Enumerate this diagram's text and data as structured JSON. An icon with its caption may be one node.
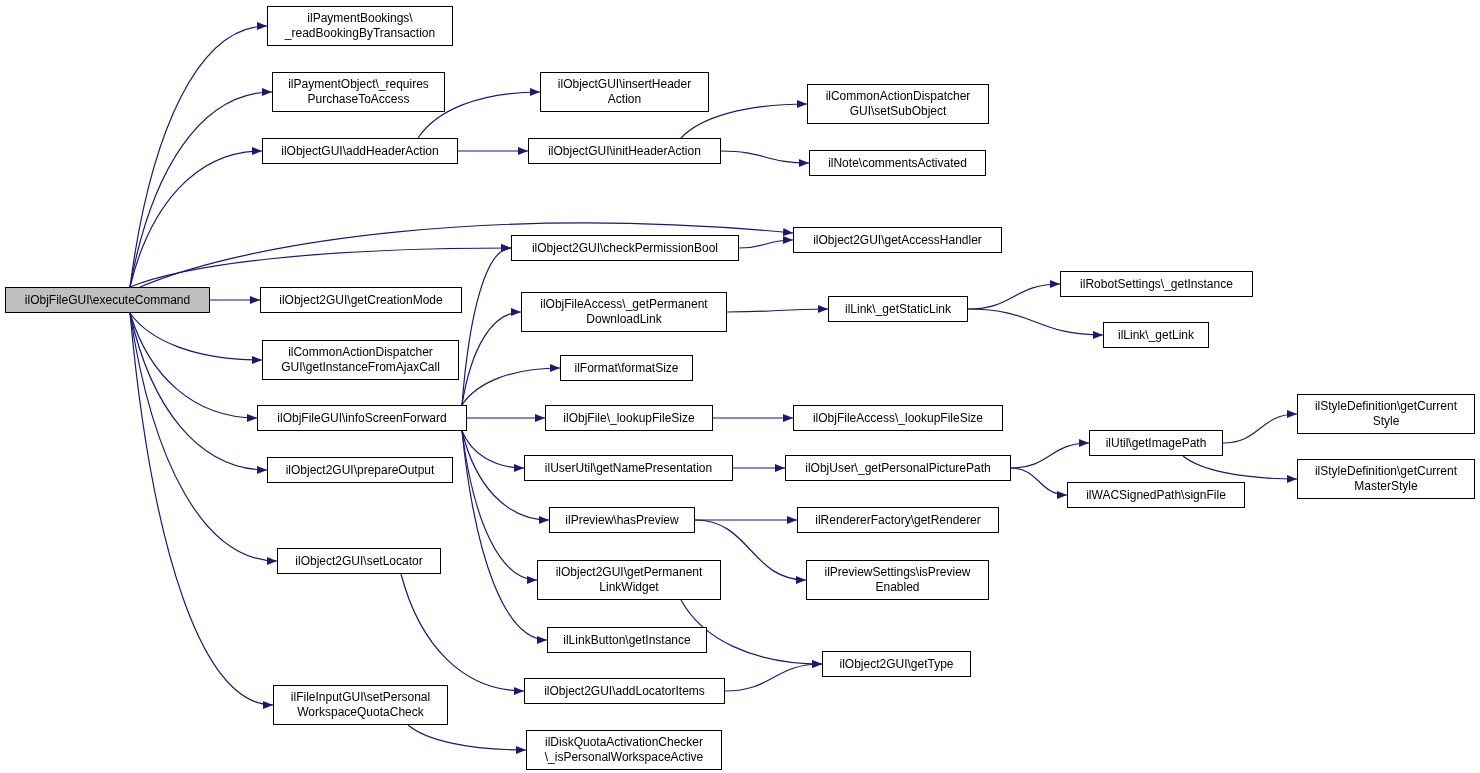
{
  "diagram": {
    "nodes": [
      {
        "text": [
          "ilObjFileGUI\\executeCommand"
        ]
      },
      {
        "text": [
          "ilPaymentBookings\\ _readBookingByTransaction"
        ]
      },
      {
        "text": [
          "ilPaymentObject\\_requires PurchaseToAccess"
        ]
      },
      {
        "text": [
          "ilObjectGUI\\addHeaderAction"
        ]
      },
      {
        "text": [
          "ilObjectGUI\\insertHeader Action"
        ]
      },
      {
        "text": [
          "ilObjectGUI\\initHeaderAction"
        ]
      },
      {
        "text": [
          "ilCommonActionDispatcher GUI\\setSubObject"
        ]
      },
      {
        "text": [
          "ilNote\\commentsActivated"
        ]
      },
      {
        "text": [
          "ilObject2GUI\\getAccessHandler"
        ]
      },
      {
        "text": [
          "ilObject2GUI\\checkPermissionBool"
        ]
      },
      {
        "text": [
          "ilObject2GUI\\getCreationMode"
        ]
      },
      {
        "text": [
          "ilCommonActionDispatcher GUI\\getInstanceFromAjaxCall"
        ]
      },
      {
        "text": [
          "ilObjFileAccess\\_getPermanent DownloadLink"
        ]
      },
      {
        "text": [
          "ilLink\\_getStaticLink"
        ]
      },
      {
        "text": [
          "ilRobotSettings\\_getInstance"
        ]
      },
      {
        "text": [
          "ilLink\\_getLink"
        ]
      },
      {
        "text": [
          "ilFormat\\formatSize"
        ]
      },
      {
        "text": [
          "ilObjFileGUI\\infoScreenForward"
        ]
      },
      {
        "text": [
          "ilObjFile\\_lookupFileSize"
        ]
      },
      {
        "text": [
          "ilObjFileAccess\\_lookupFileSize"
        ]
      },
      {
        "text": [
          "ilUserUtil\\getNamePresentation"
        ]
      },
      {
        "text": [
          "ilObjUser\\_getPersonalPicturePath"
        ]
      },
      {
        "text": [
          "ilUtil\\getImagePath"
        ]
      },
      {
        "text": [
          "ilStyleDefinition\\getCurrent Style"
        ]
      },
      {
        "text": [
          "ilStyleDefinition\\getCurrent MasterStyle"
        ]
      },
      {
        "text": [
          "ilWACSignedPath\\signFile"
        ]
      },
      {
        "text": [
          "ilPreview\\hasPreview"
        ]
      },
      {
        "text": [
          "ilRendererFactory\\getRenderer"
        ]
      },
      {
        "text": [
          "ilPreviewSettings\\isPreview Enabled"
        ]
      },
      {
        "text": [
          "ilObject2GUI\\getPermanent LinkWidget"
        ]
      },
      {
        "text": [
          "ilLinkButton\\getInstance"
        ]
      },
      {
        "text": [
          "ilObject2GUI\\prepareOutput"
        ]
      },
      {
        "text": [
          "ilObject2GUI\\setLocator"
        ]
      },
      {
        "text": [
          "ilObject2GUI\\getType"
        ]
      },
      {
        "text": [
          "ilObject2GUI\\addLocatorItems"
        ]
      },
      {
        "text": [
          "ilFileInputGUI\\setPersonal WorkspaceQuotaCheck"
        ]
      },
      {
        "text": [
          "ilDiskQuotaActivationChecker \\_isPersonalWorkspaceActive"
        ]
      }
    ],
    "edges": [
      {
        "from": 0,
        "to": 1,
        "arrow": "to"
      },
      {
        "from": 0,
        "to": 2,
        "arrow": "to"
      },
      {
        "from": 0,
        "to": 3,
        "arrow": "to"
      },
      {
        "from": 0,
        "to": 8,
        "arrow": "to"
      },
      {
        "from": 0,
        "to": 9,
        "arrow": "to"
      },
      {
        "from": 0,
        "to": 10,
        "arrow": "to"
      },
      {
        "from": 0,
        "to": 11,
        "arrow": "to"
      },
      {
        "from": 0,
        "to": 17,
        "arrow": "to"
      },
      {
        "from": 0,
        "to": 31,
        "arrow": "to"
      },
      {
        "from": 0,
        "to": 32,
        "arrow": "to"
      },
      {
        "from": 0,
        "to": 35,
        "arrow": "to"
      },
      {
        "from": 3,
        "to": 4,
        "arrow": "to"
      },
      {
        "from": 3,
        "to": 5,
        "arrow": "to"
      },
      {
        "from": 5,
        "to": 6,
        "arrow": "to"
      },
      {
        "from": 5,
        "to": 7,
        "arrow": "to"
      },
      {
        "from": 9,
        "to": 8,
        "arrow": "to"
      },
      {
        "from": 17,
        "to": 9,
        "arrow": "to"
      },
      {
        "from": 17,
        "to": 12,
        "arrow": "to"
      },
      {
        "from": 17,
        "to": 16,
        "arrow": "to"
      },
      {
        "from": 17,
        "to": 18,
        "arrow": "to"
      },
      {
        "from": 17,
        "to": 20,
        "arrow": "to"
      },
      {
        "from": 17,
        "to": 26,
        "arrow": "to"
      },
      {
        "from": 17,
        "to": 29,
        "arrow": "to"
      },
      {
        "from": 17,
        "to": 30,
        "arrow": "to"
      },
      {
        "from": 12,
        "to": 13,
        "arrow": "to"
      },
      {
        "from": 13,
        "to": 14,
        "arrow": "to"
      },
      {
        "from": 13,
        "to": 15,
        "arrow": "to"
      },
      {
        "from": 18,
        "to": 19,
        "arrow": "to"
      },
      {
        "from": 20,
        "to": 21,
        "arrow": "to"
      },
      {
        "from": 21,
        "to": 22,
        "arrow": "to"
      },
      {
        "from": 21,
        "to": 25,
        "arrow": "to"
      },
      {
        "from": 22,
        "to": 23,
        "arrow": "to"
      },
      {
        "from": 22,
        "to": 24,
        "arrow": "to"
      },
      {
        "from": 26,
        "to": 27,
        "arrow": "to"
      },
      {
        "from": 26,
        "to": 28,
        "arrow": "to"
      },
      {
        "from": 29,
        "to": 33,
        "arrow": "to"
      },
      {
        "from": 32,
        "to": 34,
        "arrow": "to"
      },
      {
        "from": 34,
        "to": 33,
        "arrow": "to"
      },
      {
        "from": 35,
        "to": 36,
        "arrow": "to"
      }
    ]
  }
}
